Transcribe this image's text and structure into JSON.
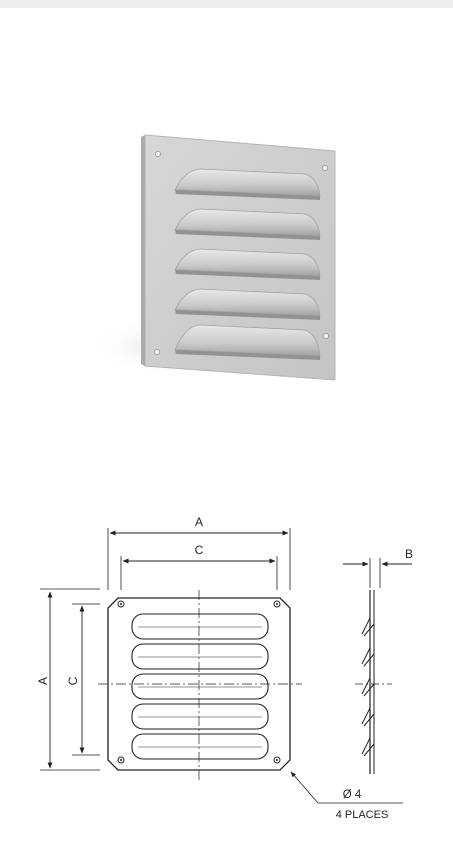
{
  "colors": {
    "panel": "#c9cccb",
    "panel_shadow": "#a7aaa9",
    "line": "#222222",
    "background": "#ffffff"
  },
  "photo": {
    "subject": "louvered-vent-plate",
    "louver_count": 5
  },
  "drawing": {
    "dim_a_top": "A",
    "dim_c_top": "C",
    "dim_a_side": "A",
    "dim_c_side": "C",
    "dim_b": "B",
    "hole_diameter": "Ø 4",
    "hole_count_note": "4 PLACES",
    "louver_count": 5
  }
}
